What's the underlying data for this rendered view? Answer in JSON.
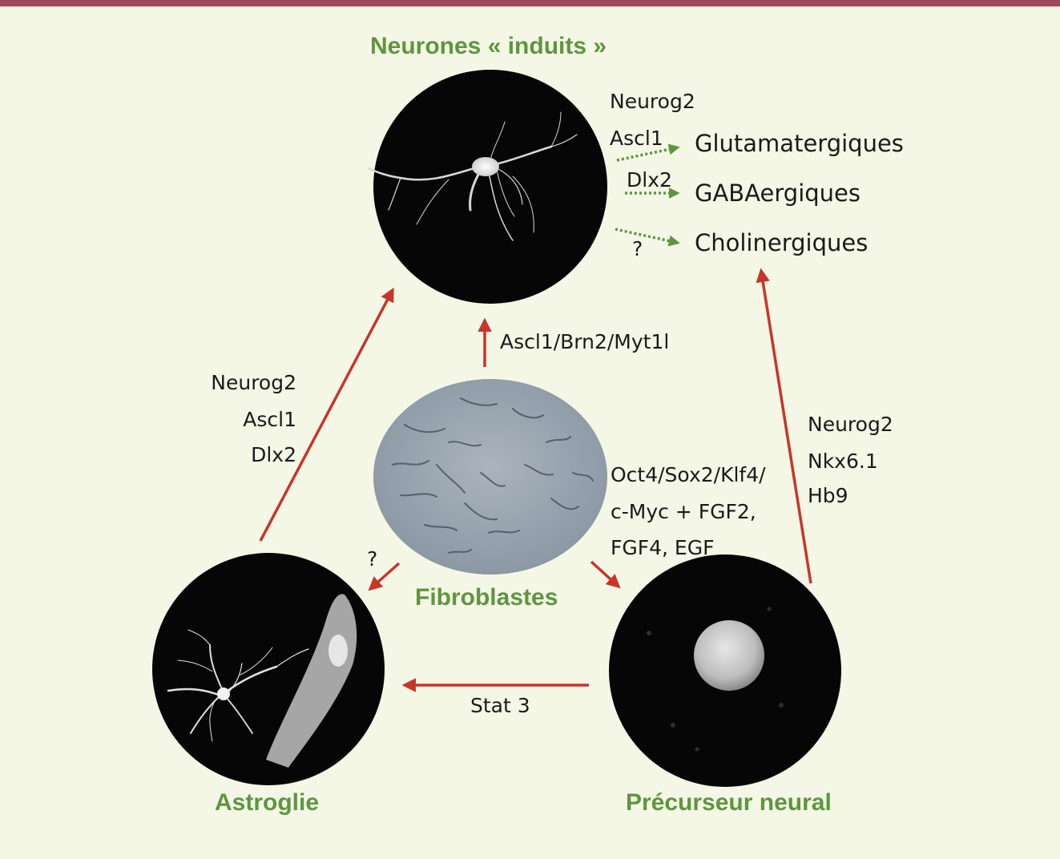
{
  "titles": {
    "neurones": "Neurones « induits »",
    "fibroblastes": "Fibroblastes",
    "astroglie": "Astroglie",
    "precurseur": "Précurseur neural"
  },
  "neuron_types": {
    "glutamatergiques": "Glutamatergiques",
    "gabaergiques": "GABAergiques",
    "cholinergiques": "Cholinergiques"
  },
  "factors": {
    "glut_neurog2": "Neurog2",
    "glut_ascl1": "Ascl1",
    "gaba_dlx2": "Dlx2",
    "chol_unknown": "?",
    "fibro_to_neuron": "Ascl1/Brn2/Myt1l",
    "astro_neurog2": "Neurog2",
    "astro_ascl1": "Ascl1",
    "astro_dlx2": "Dlx2",
    "prec_neurog2": "Neurog2",
    "prec_nkx": "Nkx6.1",
    "prec_hb9": "Hb9",
    "fibro_to_prec_1": "Oct4/Sox2/Klf4/",
    "fibro_to_prec_2": "c-Myc + FGF2,",
    "fibro_to_prec_3": "FGF4, EGF",
    "fibro_to_astro": "?",
    "prec_to_astro": "Stat 3"
  },
  "colors": {
    "arrow_red": "#c8352a",
    "arrow_green": "#5d963f",
    "title_green": "#5d963f",
    "background": "#f5f7e6",
    "top_bar": "#a0475d"
  }
}
